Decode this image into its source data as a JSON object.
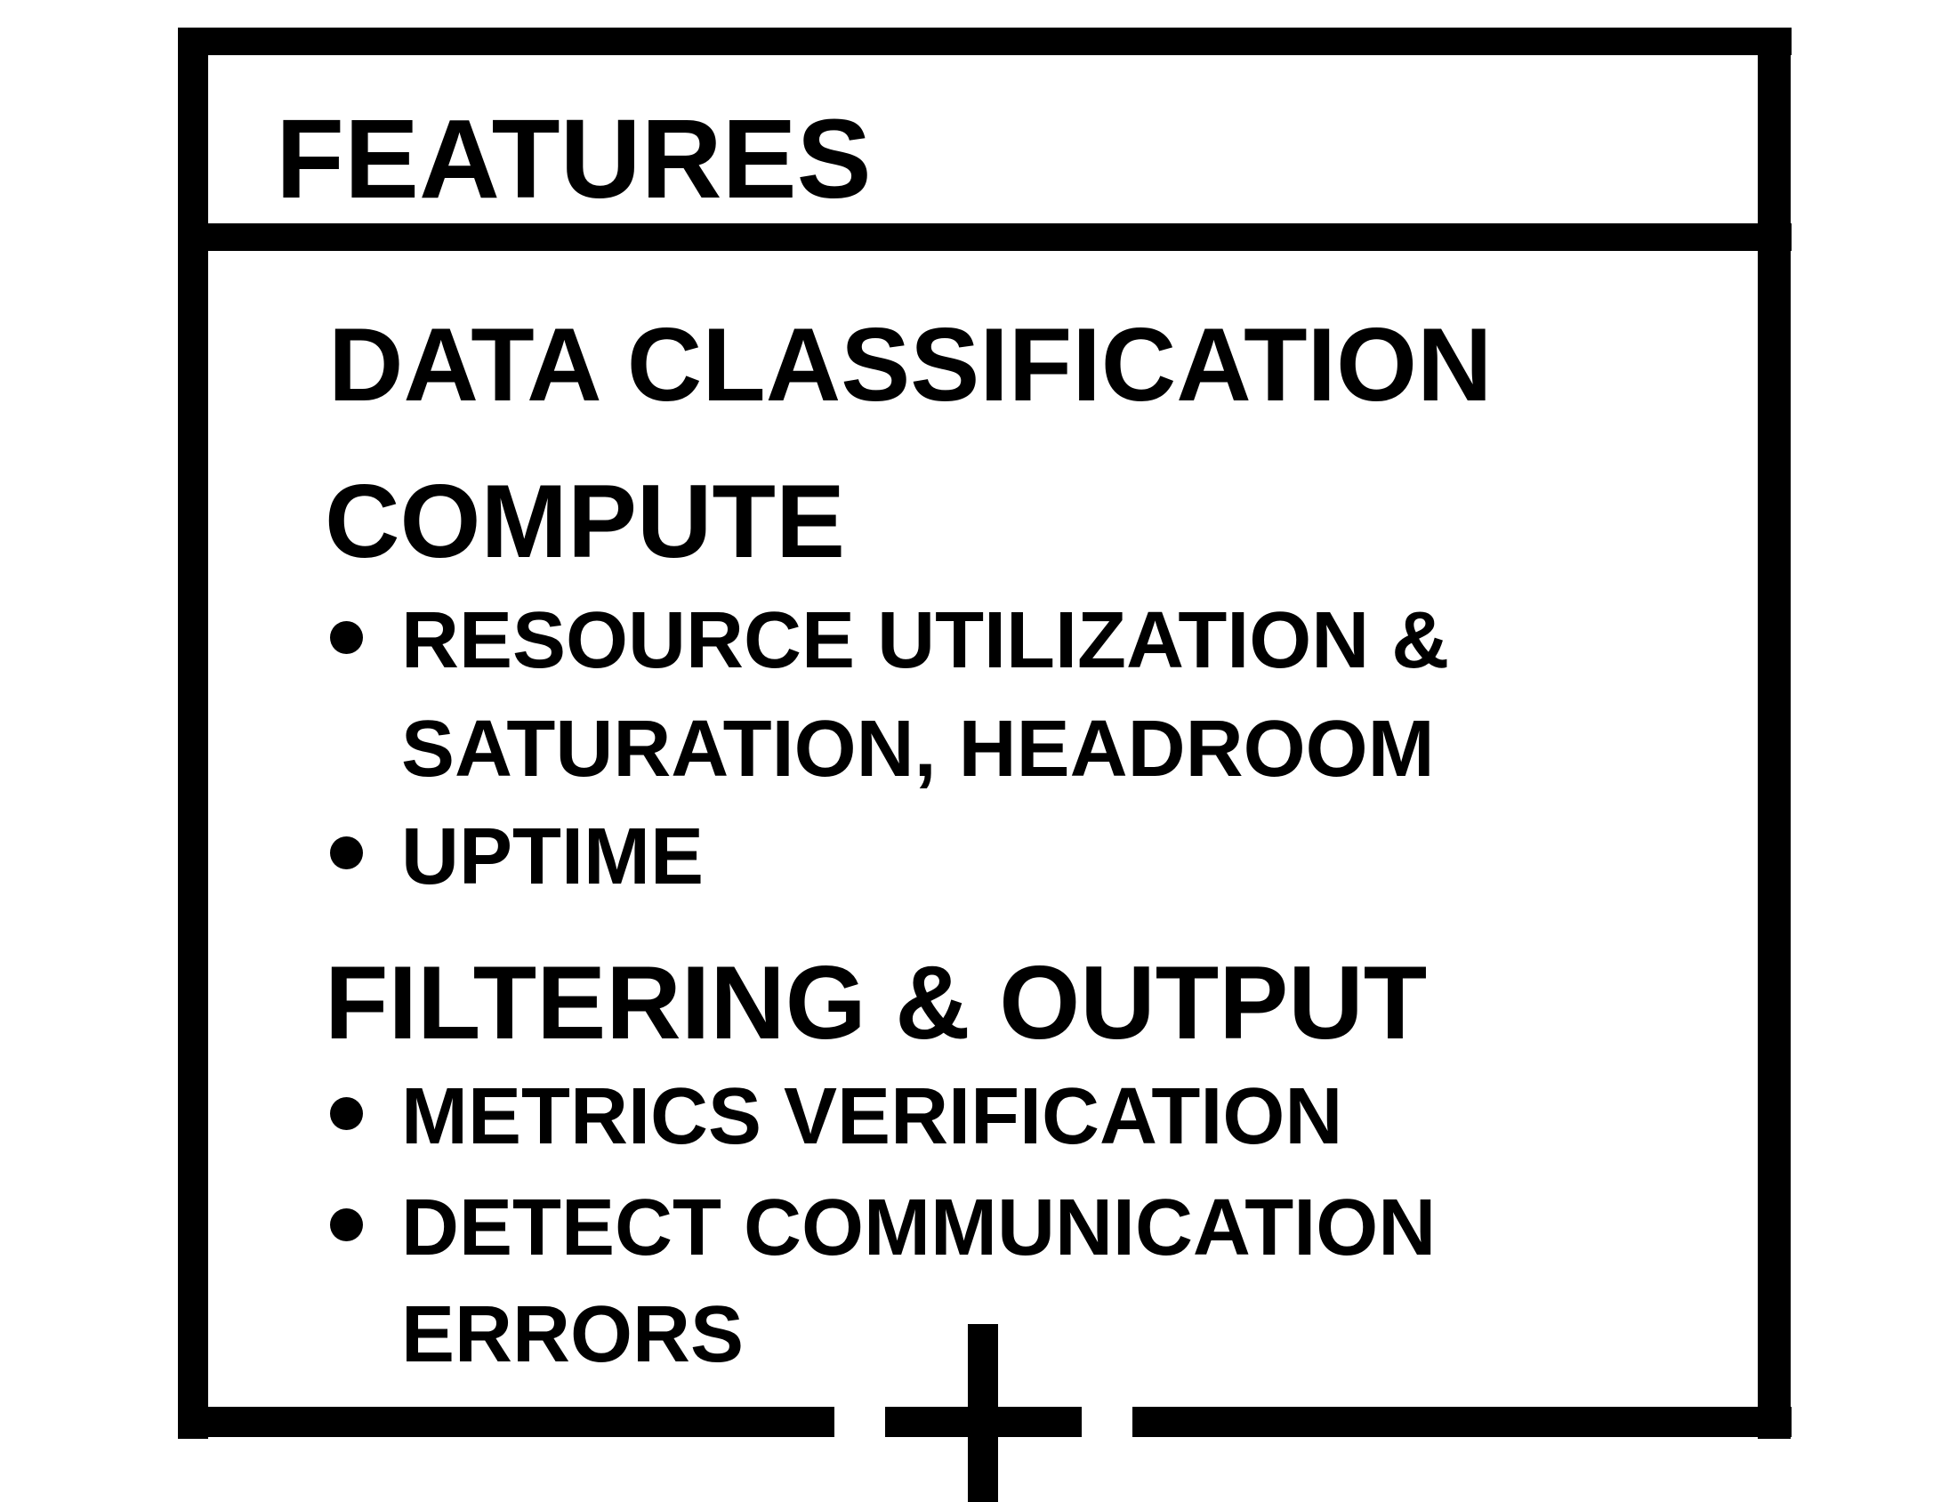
{
  "title": "FEATURES",
  "sections": [
    {
      "heading": "DATA CLASSIFICATION",
      "items": []
    },
    {
      "heading": "COMPUTE",
      "items": [
        {
          "lines": [
            "RESOURCE UTILIZATION &",
            "SATURATION, HEADROOM"
          ]
        },
        {
          "lines": [
            "UPTIME"
          ]
        }
      ]
    },
    {
      "heading": "FILTERING & OUTPUT",
      "items": [
        {
          "lines": [
            "METRICS VERIFICATION"
          ]
        },
        {
          "lines": [
            "DETECT COMMUNICATION",
            "ERRORS"
          ]
        }
      ]
    }
  ],
  "colors": {
    "stroke": "#000000",
    "background": "#ffffff"
  },
  "icons": {
    "connector": "plus-connector-icon",
    "bullet": "bullet-dot"
  }
}
